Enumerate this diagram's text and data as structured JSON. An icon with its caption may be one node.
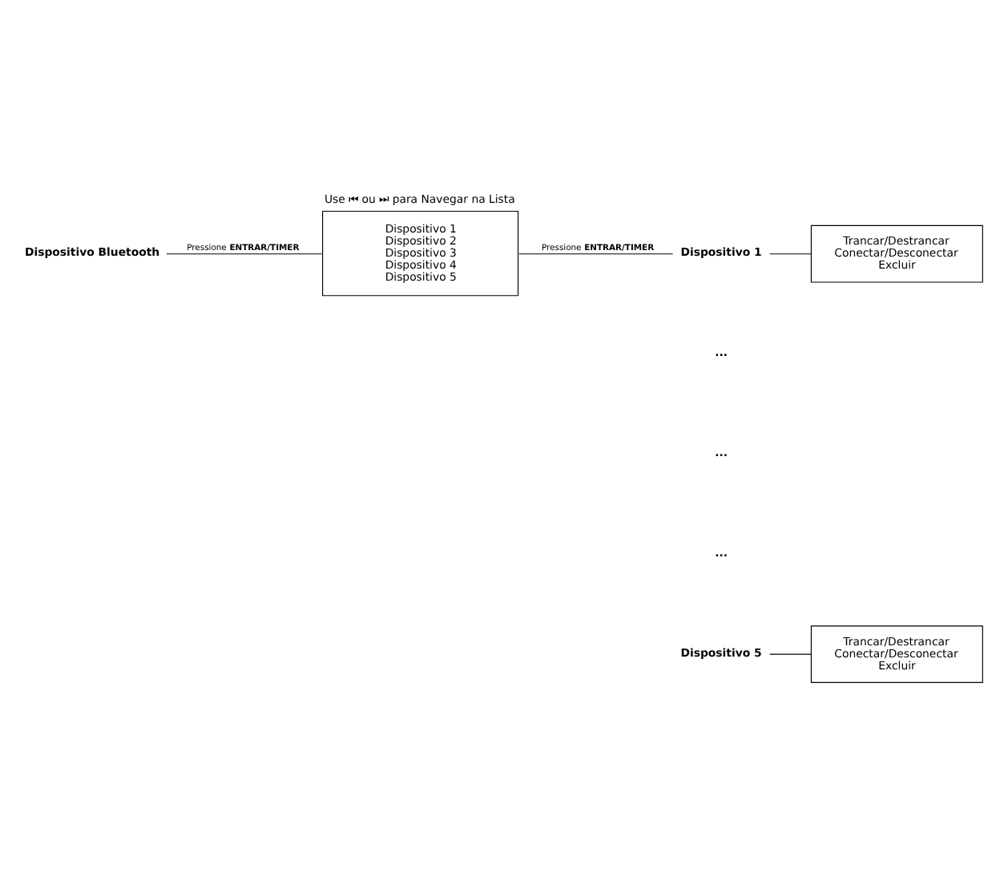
{
  "diagram": {
    "nodes": [
      {
        "text": [
          "Dispositivo Bluetooth"
        ]
      },
      {
        "text": [
          "Dispositivo 1",
          "Dispositivo 2",
          "Dispositivo 3",
          "Dispositivo 4",
          "Dispositivo 5"
        ],
        "beside": [
          "Use ⏮ ou ⏭ para Navegar na Lista"
        ]
      },
      {
        "text": [
          "Dispositivo 1"
        ]
      },
      {
        "text": [
          "Trancar/Destrancar",
          "Conectar/Desconectar",
          "Excluir"
        ]
      },
      {
        "text": [
          "Dispositivo 5"
        ]
      },
      {
        "text": [
          "Trancar/Destrancar",
          "Conectar/Desconectar",
          "Excluir"
        ]
      }
    ],
    "edges": [
      {
        "from": 0,
        "to": 1,
        "arrow": "none",
        "label": "Pressione **ENTRAR/TIMER**"
      },
      {
        "from": 1,
        "to": 2,
        "arrow": "none",
        "label": "Pressione **ENTRAR/TIMER**"
      },
      {
        "from": 2,
        "to": 3,
        "arrow": "none"
      },
      {
        "from": 4,
        "to": 5,
        "arrow": "none"
      }
    ],
    "labels": [
      "...",
      "...",
      "..."
    ]
  }
}
